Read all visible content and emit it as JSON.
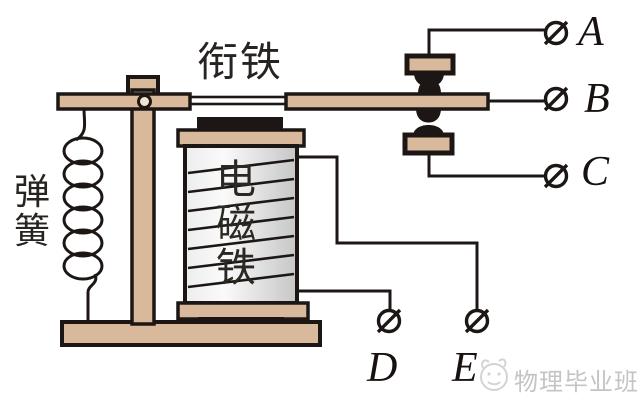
{
  "labels": {
    "armature": "衔铁",
    "spring": "弹簧",
    "electromagnet": "电磁铁"
  },
  "terminals": [
    {
      "id": "A",
      "label": "A"
    },
    {
      "id": "B",
      "label": "B"
    },
    {
      "id": "C",
      "label": "C"
    },
    {
      "id": "D",
      "label": "D"
    },
    {
      "id": "E",
      "label": "E"
    }
  ],
  "watermark": {
    "text": "物理毕业班"
  },
  "colors": {
    "wood_tan": "#d9b99c",
    "pivot_fill": "#f3e3cf",
    "outline_black": "#1c1714",
    "coil_light": "#fafafa",
    "coil_dark": "#c6c6c6",
    "watermark_gray": "#c4c4c4",
    "background": "#ffffff"
  }
}
